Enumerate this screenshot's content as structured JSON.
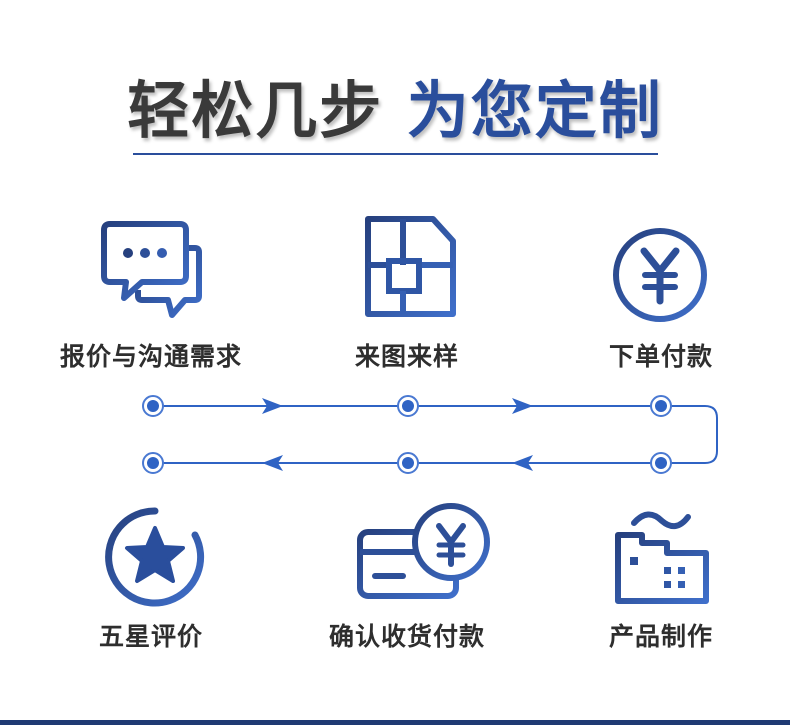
{
  "header": {
    "title_part1": "轻松几步",
    "title_part2": "为您定制"
  },
  "steps": [
    {
      "label": "报价与沟通需求",
      "icon": "chat-bubbles-icon"
    },
    {
      "label": "来图来样",
      "icon": "floor-plan-icon"
    },
    {
      "label": "下单付款",
      "icon": "yuan-coin-icon"
    },
    {
      "label": "产品制作",
      "icon": "factory-icon"
    },
    {
      "label": "确认收货付款",
      "icon": "card-yuan-icon"
    },
    {
      "label": "五星评价",
      "icon": "star-badge-icon"
    }
  ],
  "colors": {
    "accent": "#2a4e9c",
    "accent_light": "#4a79d2",
    "flow_line": "#2f63c4",
    "text_dark": "#3a3a3a"
  }
}
